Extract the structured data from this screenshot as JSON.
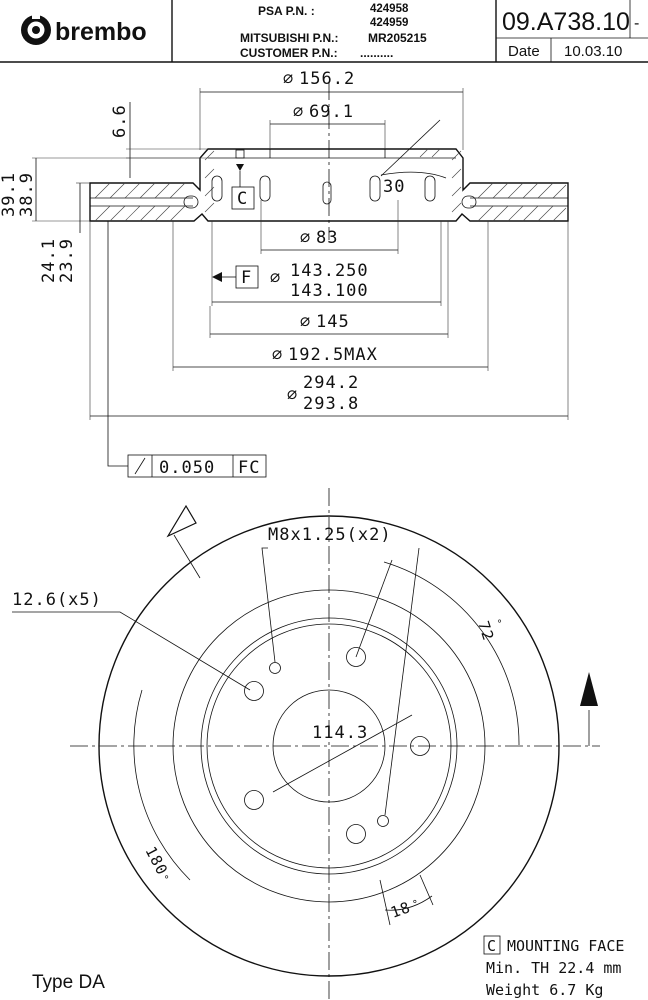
{
  "header": {
    "brand": "brembo",
    "psa_label": "PSA P.N. :",
    "psa_pn_1": "424958",
    "psa_pn_2": "424959",
    "mitsubishi_label": "MITSUBISHI P.N.:",
    "mitsubishi_pn": "MR205215",
    "customer_label": "CUSTOMER P.N.:",
    "customer_pn": "..........",
    "part_number": "09.A738.10",
    "revision": "-",
    "date_label": "Date",
    "date_value": "10.03.10"
  },
  "section_view": {
    "dia_156": "156.2",
    "dia_69": "69.1",
    "dim_6_6": "6.6",
    "height_39_1": "39.1",
    "height_38_9": "38.9",
    "height_24_1": "24.1",
    "height_23_9": "23.9",
    "angle_30": "30",
    "datum_c": "C",
    "datum_f": "F",
    "dia_83": "83",
    "dia_143_max": "143.250",
    "dia_143_min": "143.100",
    "dia_145": "145",
    "dia_192": "192.5MAX",
    "dia_294_max": "294.2",
    "dia_294_min": "293.8",
    "tolerance_value": "0.050",
    "tolerance_ref": "FC",
    "dia_symbol": "⌀"
  },
  "front_view": {
    "thread_label": "M8x1.25(x2)",
    "hole_label": "12.6(x5)",
    "pcd": "114.3",
    "angle_72": "72",
    "angle_180": "180",
    "angle_18": "18",
    "degree": "°"
  },
  "footer": {
    "type_label": "Type DA",
    "mounting_c": "C",
    "mounting_label": "MOUNTING FACE",
    "min_th": "Min. TH 22.4 mm",
    "weight": "Weight 6.7 Kg"
  }
}
